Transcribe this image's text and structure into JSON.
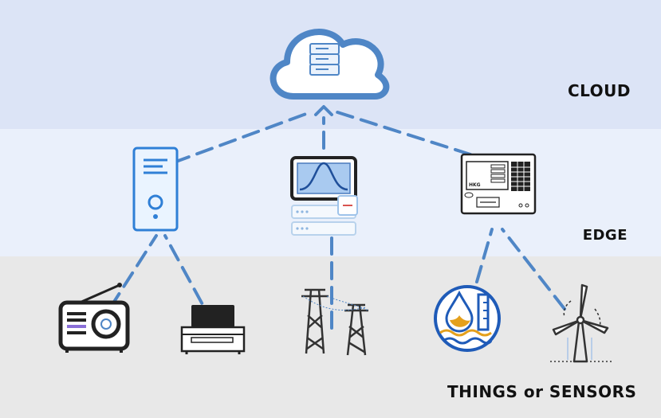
{
  "tiers": {
    "cloud": "CLOUD",
    "edge": "EDGE",
    "things": "THINGS or SENSORS"
  },
  "icons": {
    "cloud": "cloud-server-icon",
    "edge": [
      "pc-tower-icon",
      "monitor-server-icon",
      "data-logger-icon"
    ],
    "things": [
      "radio-icon",
      "tv-icon",
      "power-tower-icon",
      "water-level-icon",
      "wind-turbine-icon"
    ]
  },
  "logger_brand": "HKG",
  "colors": {
    "connector": "#4f86c6",
    "cloud_band": "#dce4f6",
    "edge_band": "#eaf0fb",
    "things_band": "#e8e8e8",
    "accent_blue": "#2f7fd6",
    "icon_dark": "#222222"
  }
}
